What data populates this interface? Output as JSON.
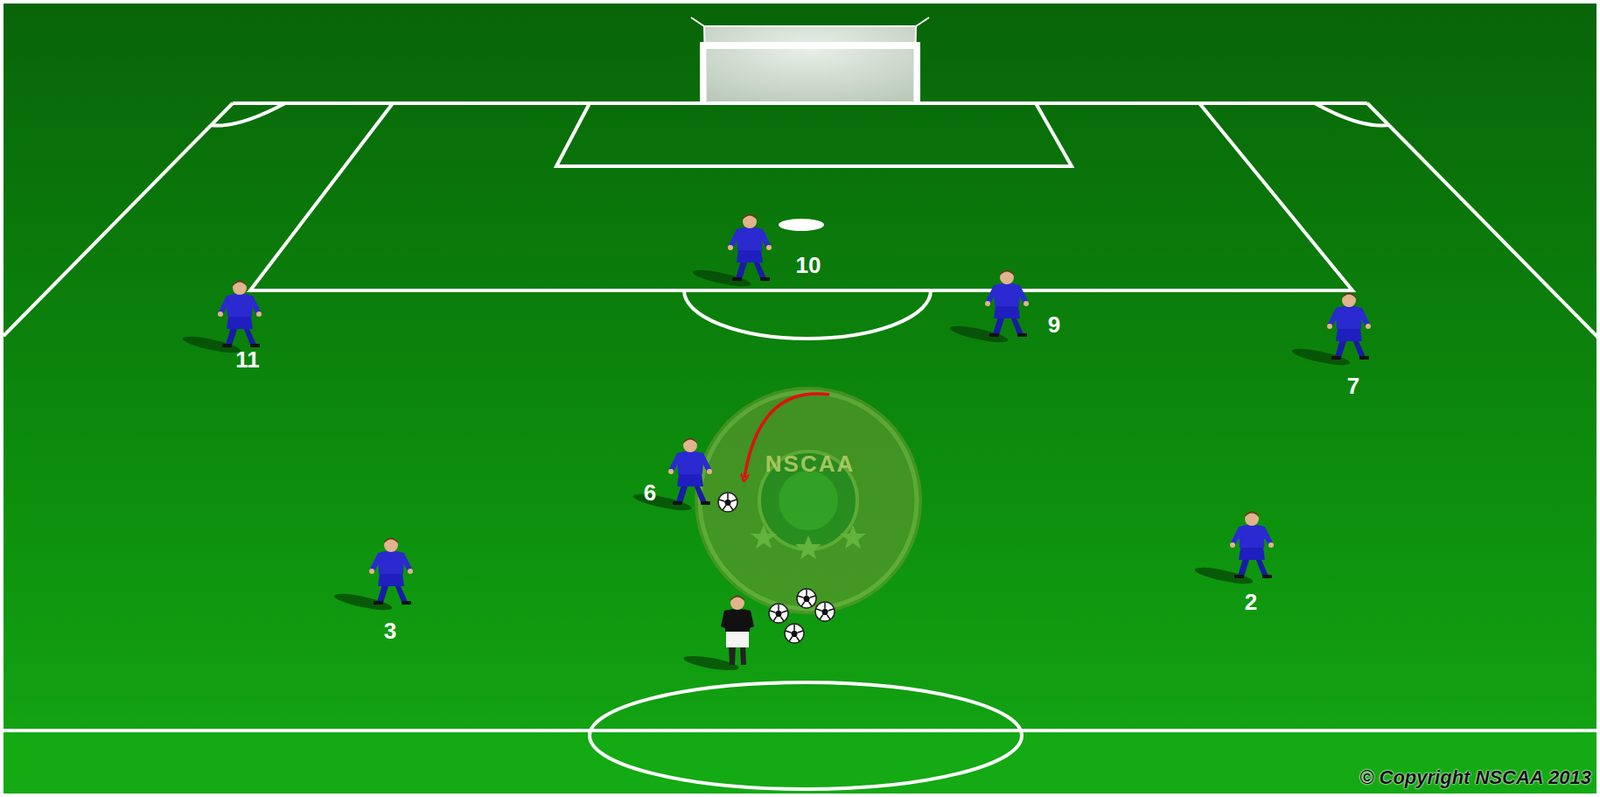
{
  "diagram": {
    "labels": [
      "10",
      "9",
      "11",
      "7",
      "6",
      "3",
      "2",
      "NSCAA",
      "© Copyright NSCAA 2013"
    ]
  }
}
